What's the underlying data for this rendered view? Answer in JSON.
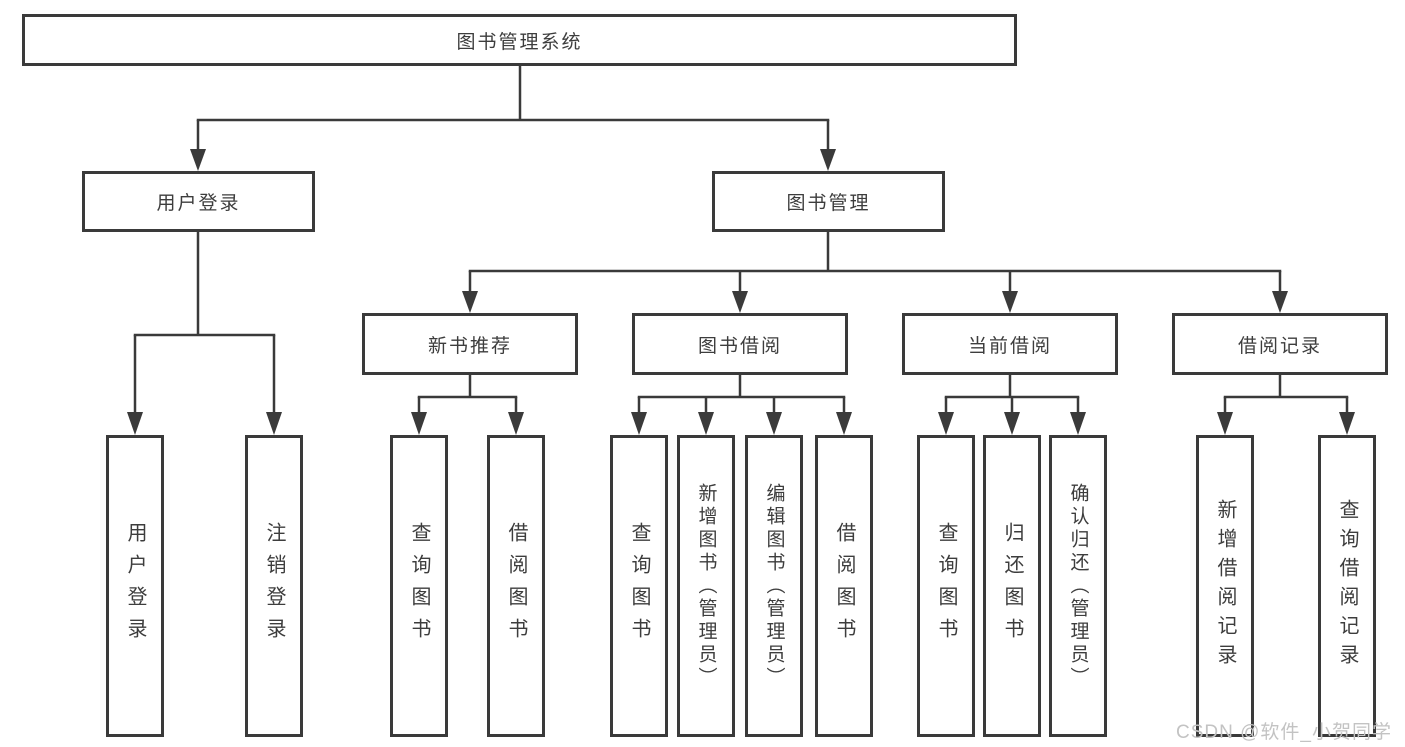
{
  "diagram": {
    "title": "图书管理系统",
    "level2": [
      {
        "id": "user-login",
        "label": "用户登录"
      },
      {
        "id": "book-management",
        "label": "图书管理"
      }
    ],
    "level3": [
      {
        "id": "new-book-recommend",
        "label": "新书推荐",
        "parent": "图书管理"
      },
      {
        "id": "book-borrowing",
        "label": "图书借阅",
        "parent": "图书管理"
      },
      {
        "id": "current-borrowing",
        "label": "当前借阅",
        "parent": "图书管理"
      },
      {
        "id": "borrowing-records",
        "label": "借阅记录",
        "parent": "图书管理"
      }
    ],
    "leaves": [
      {
        "label": "用户登录",
        "parent": "用户登录"
      },
      {
        "label": "注销登录",
        "parent": "用户登录"
      },
      {
        "label": "查询图书",
        "parent": "新书推荐"
      },
      {
        "label": "借阅图书",
        "parent": "新书推荐"
      },
      {
        "label": "查询图书",
        "parent": "图书借阅"
      },
      {
        "label": "新增图书（管理员）",
        "parent": "图书借阅"
      },
      {
        "label": "编辑图书（管理员）",
        "parent": "图书借阅"
      },
      {
        "label": "借阅图书",
        "parent": "图书借阅"
      },
      {
        "label": "查询图书",
        "parent": "当前借阅"
      },
      {
        "label": "归还图书",
        "parent": "当前借阅"
      },
      {
        "label": "确认归还（管理员）",
        "parent": "当前借阅"
      },
      {
        "label": "新增借阅记录",
        "parent": "借阅记录"
      },
      {
        "label": "查询借阅记录",
        "parent": "借阅记录"
      }
    ],
    "colors": {
      "line": "#3a3a3a",
      "text": "#3d3d3d",
      "box_background": "#ffffff"
    }
  },
  "watermark": {
    "text": "CSDN @软件_小贺同学",
    "color": "#c3c3c3"
  }
}
